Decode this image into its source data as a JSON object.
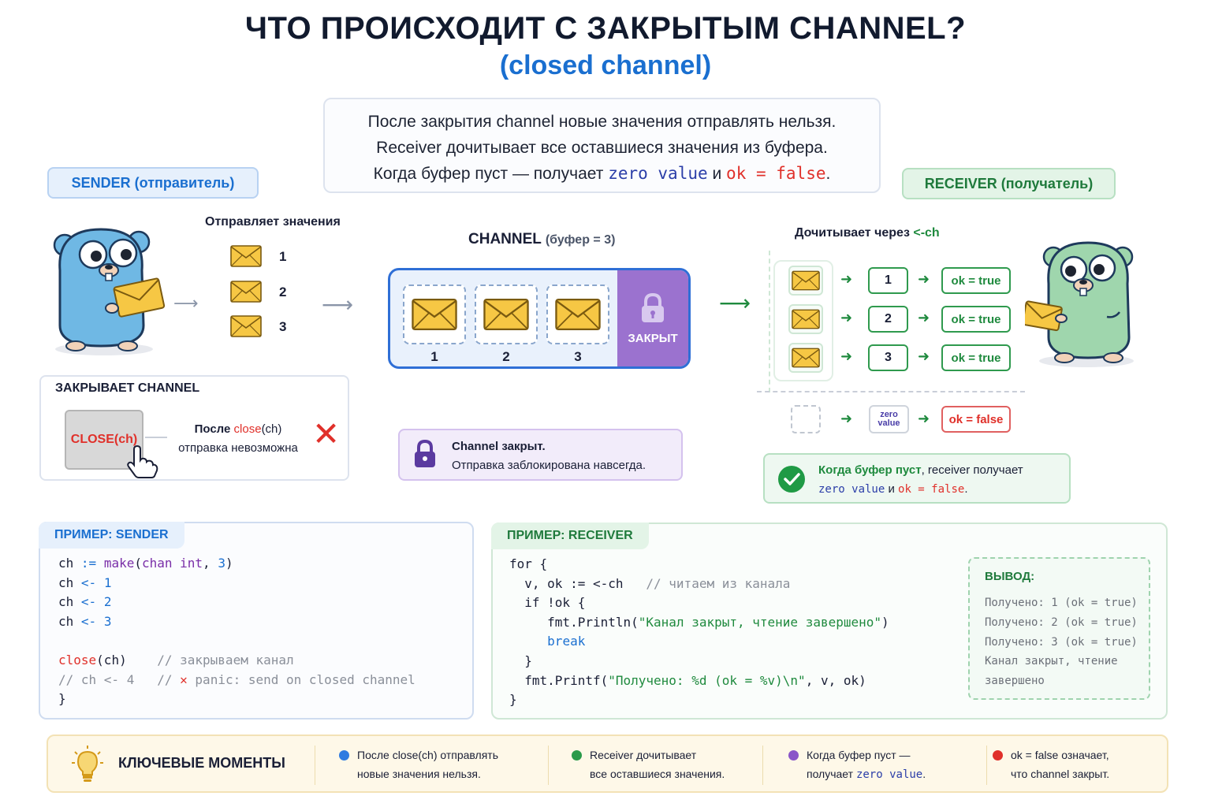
{
  "title": "ЧТО ПРОИСХОДИТ С ЗАКРЫТЫМ CHANNEL?",
  "subtitle": "(closed channel)",
  "intro": {
    "line1": "После закрытия channel новые значения отправлять нельзя.",
    "line2": "Receiver дочитывает все оставшиеся значения из буфера.",
    "line3_a": "Когда буфер пуст — получает ",
    "line3_zero": "zero value",
    "line3_and": " и ",
    "line3_ok": "ok = false",
    "line3_end": "."
  },
  "sender": {
    "label": "SENDER (отправитель)",
    "sends_label": "Отправляет значения",
    "values": [
      "1",
      "2",
      "3"
    ]
  },
  "channel": {
    "title": "CHANNEL",
    "buffer": "(буфер = 3)",
    "slots": [
      "1",
      "2",
      "3"
    ],
    "lock_label": "ЗАКРЫТ"
  },
  "close_block": {
    "title": "ЗАКРЫВАЕТ CHANNEL",
    "button": "CLOSE(ch)",
    "after_a": "После ",
    "after_close": "close",
    "after_ch": "(ch)",
    "line2": "отправка невозможна",
    "x": "✕"
  },
  "closed_note": {
    "line1": "Channel закрыт.",
    "line2": "Отправка заблокирована навсегда."
  },
  "receiver": {
    "label": "RECEIVER (получатель)",
    "reads_label": "Дочитывает через ",
    "reads_op": "<-ch",
    "rows": [
      {
        "value": "1",
        "ok": "ok = true"
      },
      {
        "value": "2",
        "ok": "ok = true"
      },
      {
        "value": "3",
        "ok": "ok = true"
      }
    ],
    "zero_label_1": "zero",
    "zero_label_2": "value",
    "zero_ok": "ok = false",
    "note_bold": "Когда буфер пуст",
    "note_rest": ", receiver получает",
    "note_zero": "zero value",
    "note_and": " и ",
    "note_ok": "ok = false",
    "note_end": "."
  },
  "code_sender": {
    "tab": "ПРИМЕР: SENDER"
  },
  "code_receiver": {
    "tab": "ПРИМЕР: RECEIVER"
  },
  "output": {
    "title": "ВЫВОД:",
    "lines": [
      "Получено: 1 (ok = true)",
      "Получено: 2 (ok = true)",
      "Получено: 3 (ok = true)",
      "Канал закрыт, чтение",
      "завершено"
    ]
  },
  "key_points": {
    "title": "КЛЮЧЕВЫЕ МОМЕНТЫ",
    "items": [
      {
        "l1": "После close(ch) отправлять",
        "l2": "новые значения нельзя.",
        "color": "#2f7be0"
      },
      {
        "l1": "Receiver дочитывает",
        "l2": "все оставшиеся значения.",
        "color": "#2a9a4a"
      },
      {
        "l1": "Когда буфер пуст —",
        "l2a": "получает ",
        "l2b": "zero value",
        "l2c": ".",
        "color": "#8a55c8"
      },
      {
        "l1": "ok = false означает,",
        "l2": "что channel закрыт.",
        "color": "#e0302a"
      }
    ]
  },
  "colors": {
    "accent_blue": "#1a6fd0",
    "accent_green": "#1f8a3e",
    "accent_purple": "#9b72cf",
    "accent_red": "#e0302a"
  }
}
